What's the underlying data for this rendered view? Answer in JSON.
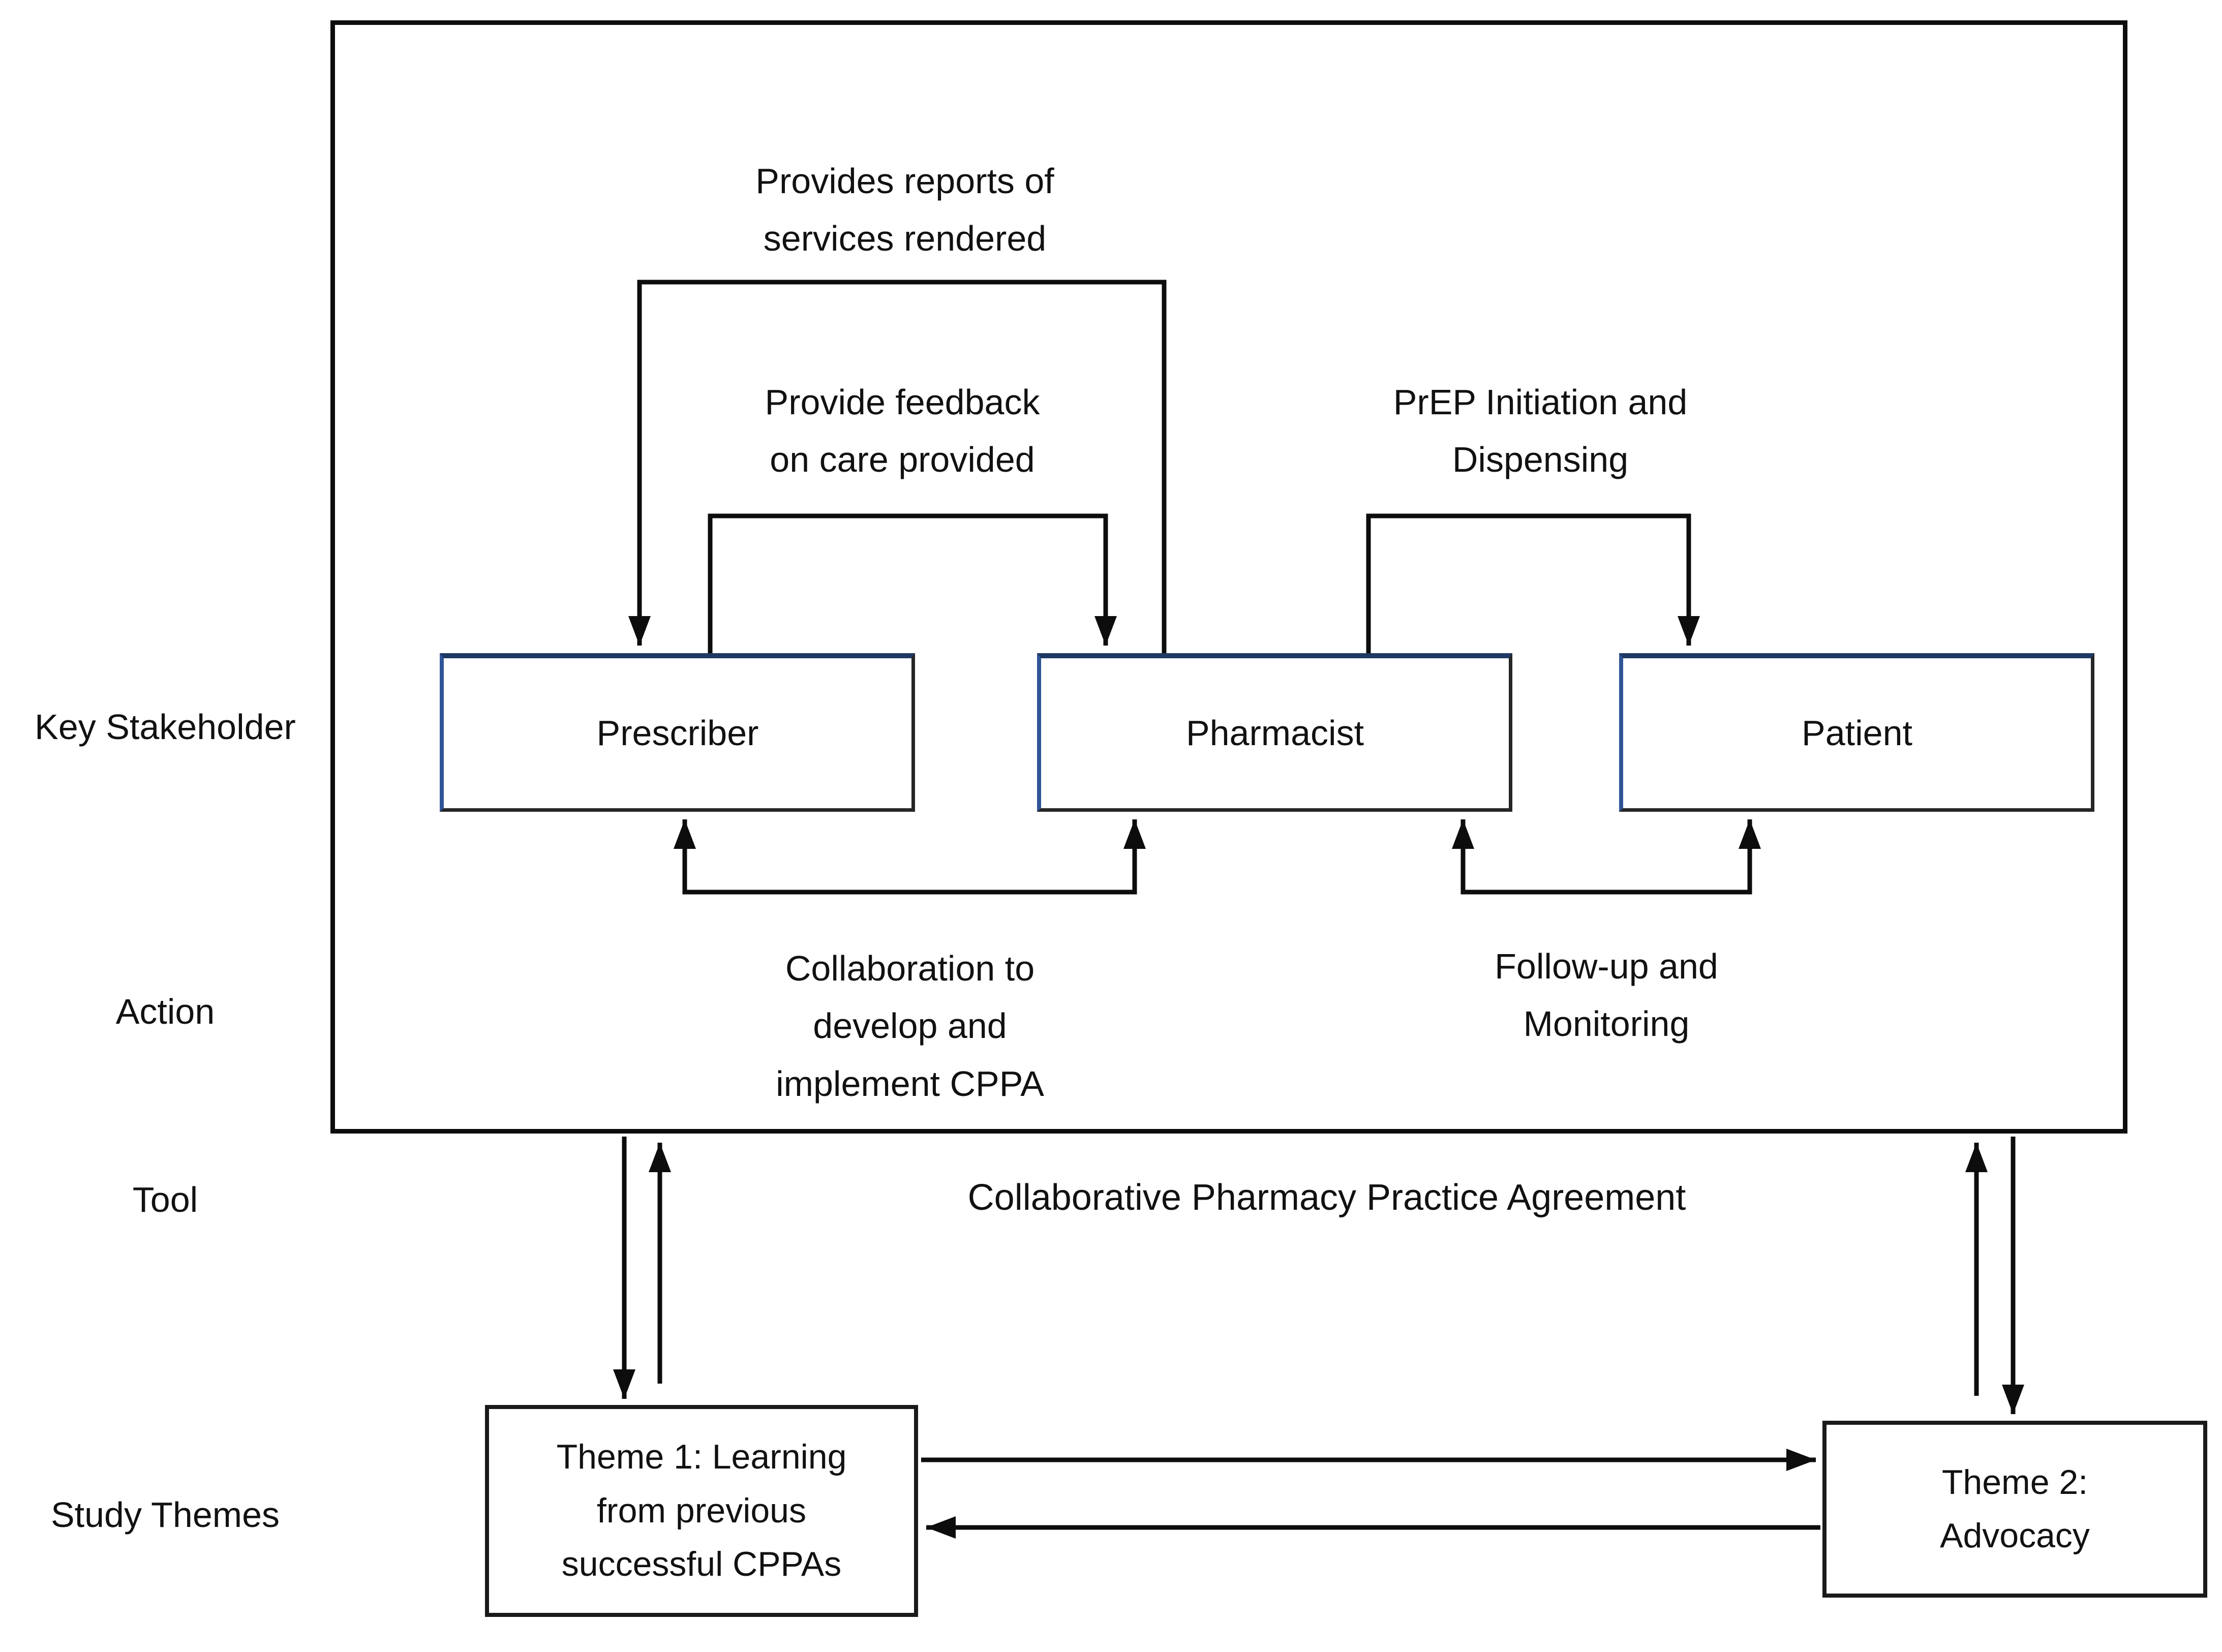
{
  "figure": {
    "row_labels": [
      {
        "id": "key-stakeholder",
        "text": "Key Stakeholder"
      },
      {
        "id": "action",
        "text": "Action"
      },
      {
        "id": "tool",
        "text": "Tool"
      },
      {
        "id": "study-themes",
        "text": "Study Themes"
      }
    ],
    "stakeholders": [
      {
        "label": "Prescriber"
      },
      {
        "label": "Pharmacist"
      },
      {
        "label": "Patient"
      }
    ],
    "edges": {
      "provides_reports": {
        "label": "Provides reports of\nservices rendered"
      },
      "provide_feedback": {
        "label": "Provide feedback\non care provided"
      },
      "prep_initiation": {
        "label": "PrEP Initiation and\nDispensing"
      },
      "collaboration": {
        "label": "Collaboration to\ndevelop and\nimplement CPPA"
      },
      "follow_up": {
        "label": "Follow-up and\nMonitoring"
      }
    },
    "tool_label": "Collaborative Pharmacy Practice Agreement",
    "themes": [
      {
        "label": "Theme 1: Learning\nfrom previous\nsuccessful CPPAs"
      },
      {
        "label": "Theme 2:\nAdvocacy"
      }
    ],
    "colors": {
      "line": "#0d0d0d",
      "box_accent_top": "#1f3864",
      "box_accent_left": "#2f5597",
      "background": "#ffffff"
    }
  }
}
